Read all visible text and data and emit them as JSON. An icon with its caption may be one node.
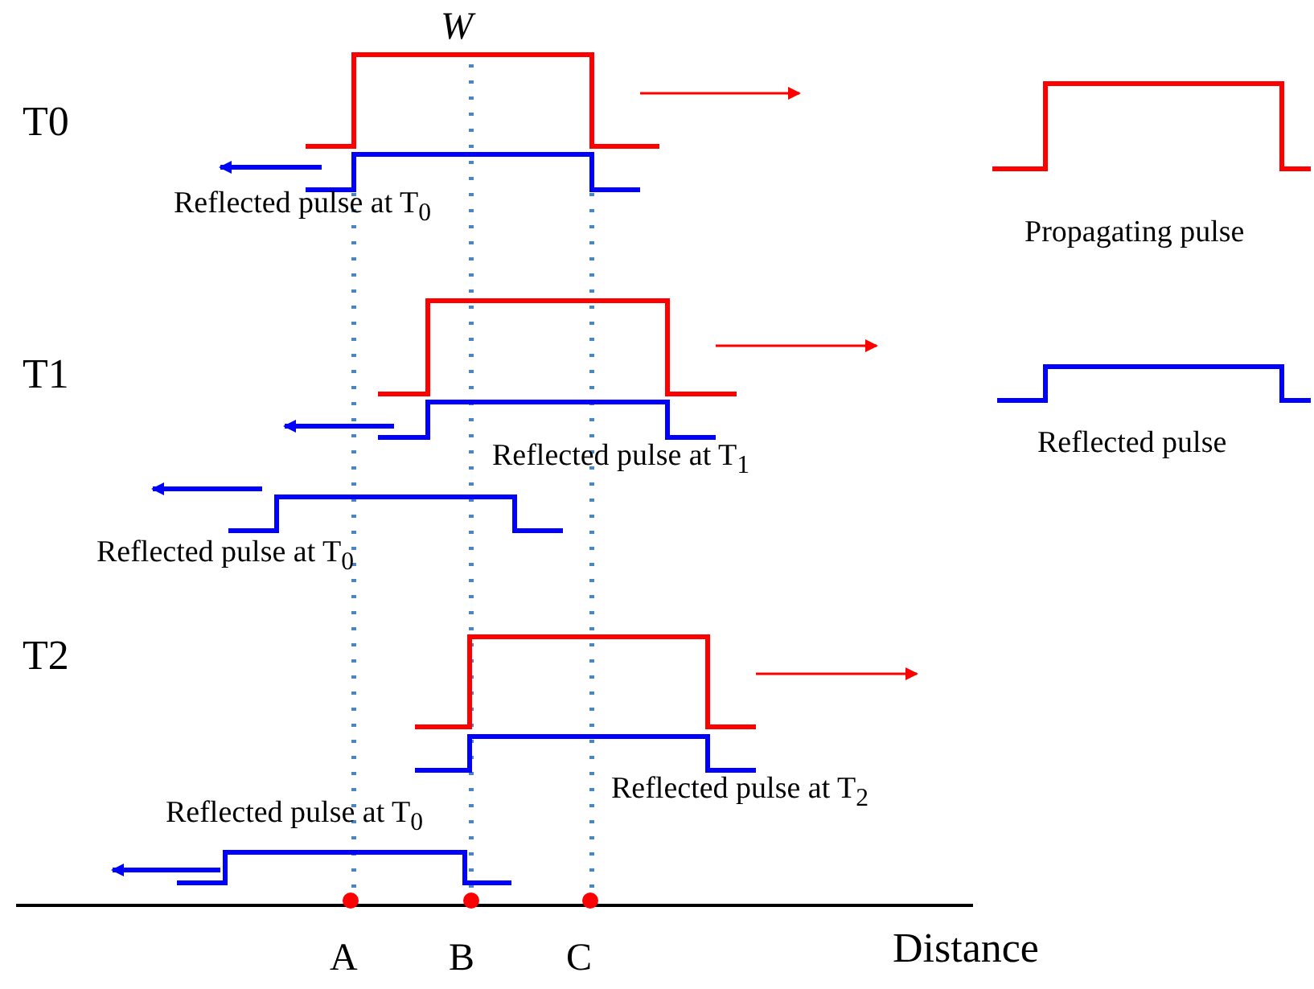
{
  "diagram": {
    "labels": [
      "W",
      "T0",
      "Reflected pulse at T$_{0}$",
      "T1",
      "Reflected pulse at T$_{1}$",
      "Reflected pulse at T$_{0}$",
      "T2",
      "Reflected pulse at T$_{2}$",
      "Reflected pulse at T$_{0}$",
      "A",
      "B",
      "C",
      "Distance"
    ],
    "legend": [
      {
        "text": "Propagating pulse"
      },
      {
        "text": "Reflected pulse"
      }
    ]
  }
}
